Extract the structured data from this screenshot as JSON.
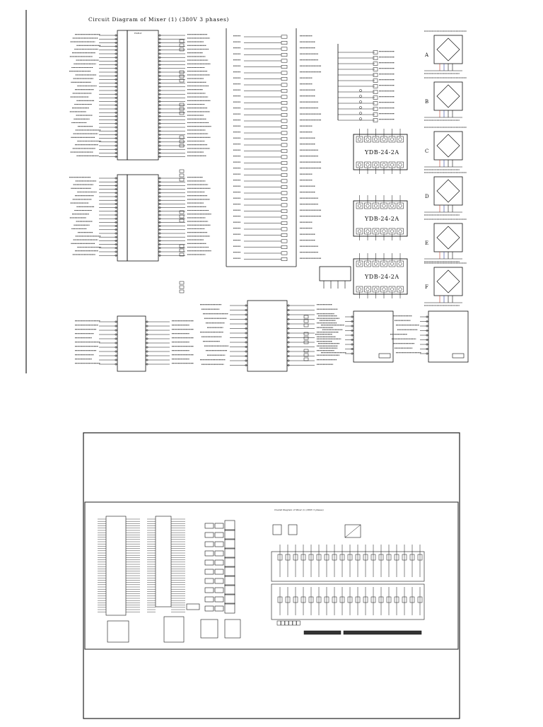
{
  "sheet_top": {
    "title": "Circuit Diagram of Mixer (1) (380V 3 phases)",
    "hub_chip_label": "HUB-8",
    "relay_board_model": "YDB-24-2A",
    "sensor_ids": [
      "A",
      "B",
      "C",
      "D",
      "E",
      "F"
    ]
  },
  "sheet_bottom": {
    "title": "Overall Diagram of Mixer (1) (380V 3 phases)"
  },
  "colors": {
    "ink": "#111111",
    "wire_red": "#c0392b",
    "wire_blue": "#2c3e9e",
    "frame": "#222222"
  }
}
